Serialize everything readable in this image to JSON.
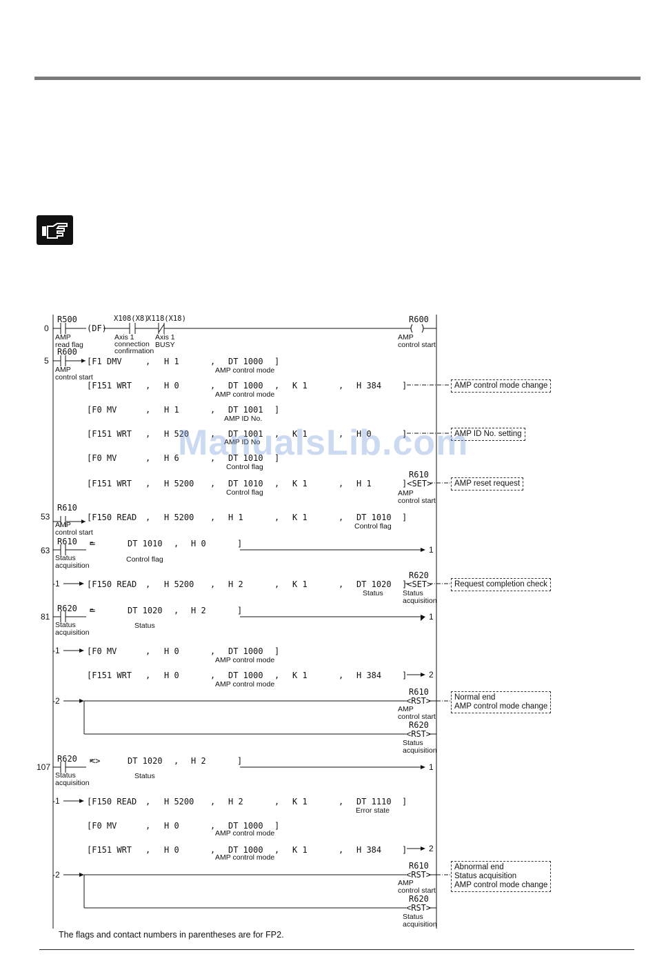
{
  "ladder": {
    "steps": [
      "0",
      "5",
      "53",
      "63",
      "81",
      "107"
    ],
    "contacts": {
      "r500": "R500",
      "amp_read_flag": "AMP\nread flag",
      "df": "(DF)",
      "x108": "X108(X8)",
      "axis1_conn": "Axis 1\nconnection\nconfirmation",
      "x118": "X118(X18)",
      "axis1_busy": "Axis 1\nBUSY",
      "r600": "R600",
      "amp_control_start": "AMP\ncontrol start",
      "r610": "R610",
      "r620": "R620",
      "status_acq": "Status\nacquisition"
    },
    "coils": {
      "r600_coil": "R600",
      "r600_coil_lbl": "AMP\ncontrol start"
    },
    "rows": {
      "r1": [
        "[F1 DMV",
        ",",
        "H 1",
        ",",
        "DT 1000",
        "]"
      ],
      "r1_sub": "AMP control mode",
      "r2": [
        "[F151 WRT",
        ",",
        "H 0",
        ",",
        "DT 1000",
        ",",
        "K 1",
        ",",
        "H 384",
        "]"
      ],
      "r2_sub": "AMP control mode",
      "r3": [
        "[F0 MV",
        ",",
        "H 1",
        ",",
        "DT 1001",
        "]"
      ],
      "r3_sub": "AMP ID No.",
      "r4": [
        "[F151 WRT",
        ",",
        "H 520",
        ",",
        "DT 1001",
        ",",
        "K 1",
        ",",
        "H 0",
        "]"
      ],
      "r4_sub": "AMP ID No",
      "r5": [
        "[F0 MV",
        ",",
        "H 6",
        ",",
        "DT 1010",
        "]"
      ],
      "r5_sub": "Control flag",
      "r6": [
        "[F151 WRT",
        ",",
        "H 5200",
        ",",
        "DT 1010",
        ",",
        "K 1",
        ",",
        "H 1",
        "]<SET>"
      ],
      "r6_sub": "Control flag",
      "r7": [
        "[F150 READ",
        ",",
        "H 5200",
        ",",
        "H 1",
        ",",
        "K 1",
        ",",
        "DT 1010",
        "]"
      ],
      "r7_sub": "Control flag",
      "r8": [
        "=",
        "DT 1010",
        ",",
        "H 0",
        "]"
      ],
      "r8_sub": "Control flag",
      "r9": [
        "[F150 READ",
        ",",
        "H 5200",
        ",",
        "H 2",
        ",",
        "K 1",
        ",",
        "DT 1020",
        "]<SET>"
      ],
      "r9_sub": "Status",
      "r10": [
        "=",
        "DT 1020",
        ",",
        "H 2",
        "]"
      ],
      "r10_sub": "Status",
      "r11": [
        "[F0 MV",
        ",",
        "H 0",
        ",",
        "DT 1000",
        "]"
      ],
      "r11_sub": "AMP control mode",
      "r12": [
        "[F151 WRT",
        ",",
        "H 0",
        ",",
        "DT 1000",
        ",",
        "K 1",
        ",",
        "H 384",
        "]"
      ],
      "r12_sub": "AMP control mode",
      "r13": [
        "<>",
        "DT 1020",
        ",",
        "H 2",
        "]"
      ],
      "r13_sub": "Status",
      "r14": [
        "[F150 READ",
        ",",
        "H 5200",
        ",",
        "H 2",
        ",",
        "K 1",
        ",",
        "DT 1110",
        "]"
      ],
      "r14_sub": "Error state",
      "r15": [
        "[F0 MV",
        ",",
        "H 0",
        ",",
        "DT 1000",
        "]"
      ],
      "r15_sub": "AMP control mode",
      "r16": [
        "[F151 WRT",
        ",",
        "H 0",
        ",",
        "DT 1000",
        ",",
        "K 1",
        ",",
        "H 384",
        "]"
      ],
      "r16_sub": "AMP control mode"
    },
    "rst": "<RST>",
    "branch_marks": [
      "1",
      "2",
      "-1",
      "-2"
    ]
  },
  "callouts": {
    "amp_mode_change": "AMP control mode change",
    "amp_id_setting": "AMP ID No. setting",
    "amp_reset_request": "AMP reset request",
    "request_completion": "Request completion check",
    "normal_end": "Normal end\nAMP control mode change",
    "abnormal_end": "Abnormal end\nStatus acquisition\nAMP control mode change"
  },
  "footnote": "The flags and contact numbers in parentheses are for FP2.",
  "watermark": "ManualsLib.com",
  "icon": "pointing-hand-note-icon"
}
